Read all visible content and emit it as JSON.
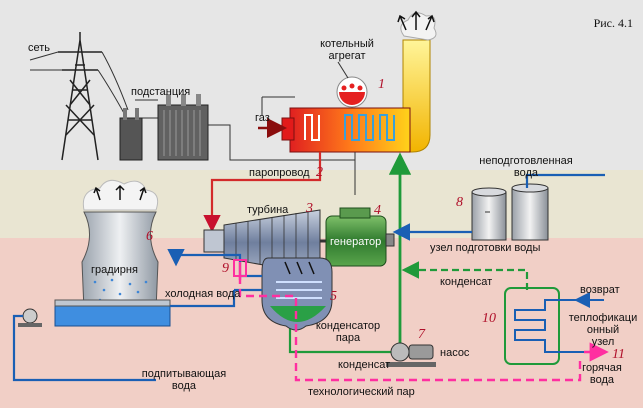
{
  "figure_label": "Рис. 4.1",
  "labels": {
    "network": "сеть",
    "substation": "подстанция",
    "boiler_line1": "котельный",
    "boiler_line2": "агрегат",
    "gas": "газ",
    "steam_pipe": "паропровод",
    "turbine": "турбина",
    "generator": "генератор",
    "untreated_water_line1": "неподготовленная",
    "untreated_water_line2": "вода",
    "water_treatment": "узел подготовки воды",
    "cooling_tower": "градирня",
    "cold_water": "холодная вода",
    "condensate_upper": "конденсат",
    "condenser_line1": "конденсатор",
    "condenser_line2": "пара",
    "condensate_lower": "конденсат",
    "pump": "насос",
    "makeup_water_line1": "подпитывающая",
    "makeup_water_line2": "вода",
    "process_steam": "технологический пар",
    "return": "возврат",
    "heating_node_line1": "теплофикаци",
    "heating_node_line2": "онный",
    "heating_node_line3": "узел",
    "hot_water_line1": "горячая",
    "hot_water_line2": "вода"
  },
  "numbers": {
    "n1": "1",
    "n2": "2",
    "n3": "3",
    "n4": "4",
    "n5": "5",
    "n6": "6",
    "n7": "7",
    "n8": "8",
    "n9": "9",
    "n10": "10",
    "n11": "11"
  },
  "colors": {
    "steam_line": "#d32a2a",
    "feed_water_line": "#1f9a3a",
    "cold_water_line": "#1a5fb4",
    "process_steam_line": "#ff2fa0",
    "chimney": "#f7d31a",
    "generator": "#3f8a3a",
    "condenser": "#7d8fb3"
  }
}
